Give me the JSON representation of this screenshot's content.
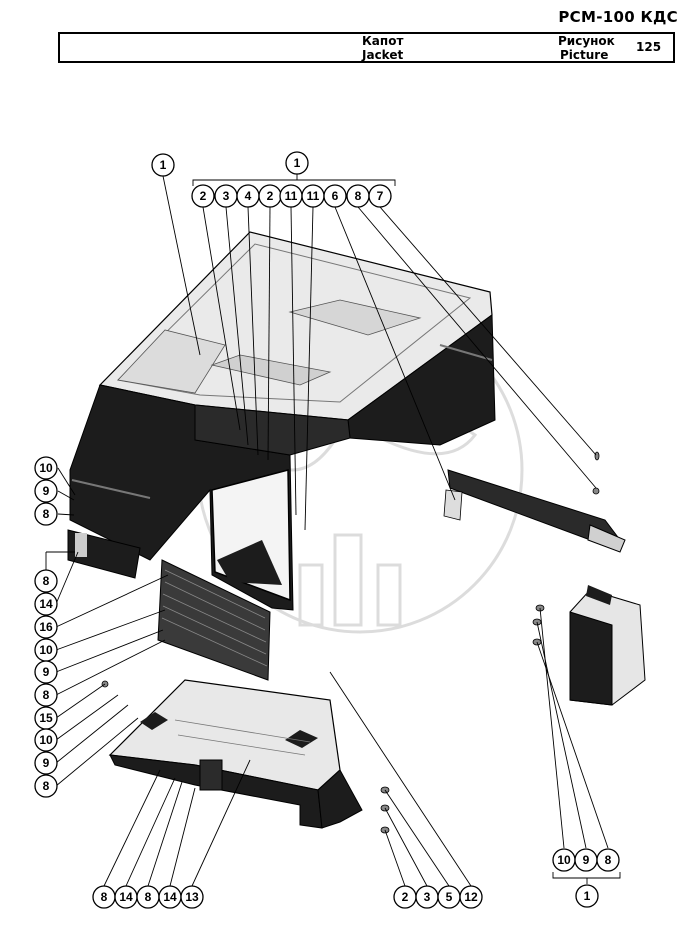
{
  "header": {
    "model": "РСМ-100 КДС",
    "title_ru": "Капот",
    "title_en": "Jacket",
    "picture_label_ru": "Рисунок",
    "picture_label_en": "Picture",
    "picture_number": "125"
  },
  "callouts": {
    "hood_left": "1",
    "top_group": "1",
    "top_row": [
      "2",
      "3",
      "4",
      "2",
      "11",
      "11",
      "6",
      "8",
      "7"
    ],
    "left_column": [
      "10",
      "9",
      "8",
      "8",
      "14",
      "16",
      "10",
      "9",
      "8",
      "15",
      "10",
      "9",
      "8"
    ],
    "bottom_left": [
      "8",
      "14",
      "8",
      "14",
      "13"
    ],
    "bottom_mid": [
      "2",
      "3",
      "5",
      "12"
    ],
    "bottom_right": [
      "10",
      "9",
      "8"
    ],
    "bottom_group": "1"
  },
  "colors": {
    "panel_dark": "#1c1c1c",
    "panel_light": "#e9e9e9",
    "line": "#000000"
  }
}
